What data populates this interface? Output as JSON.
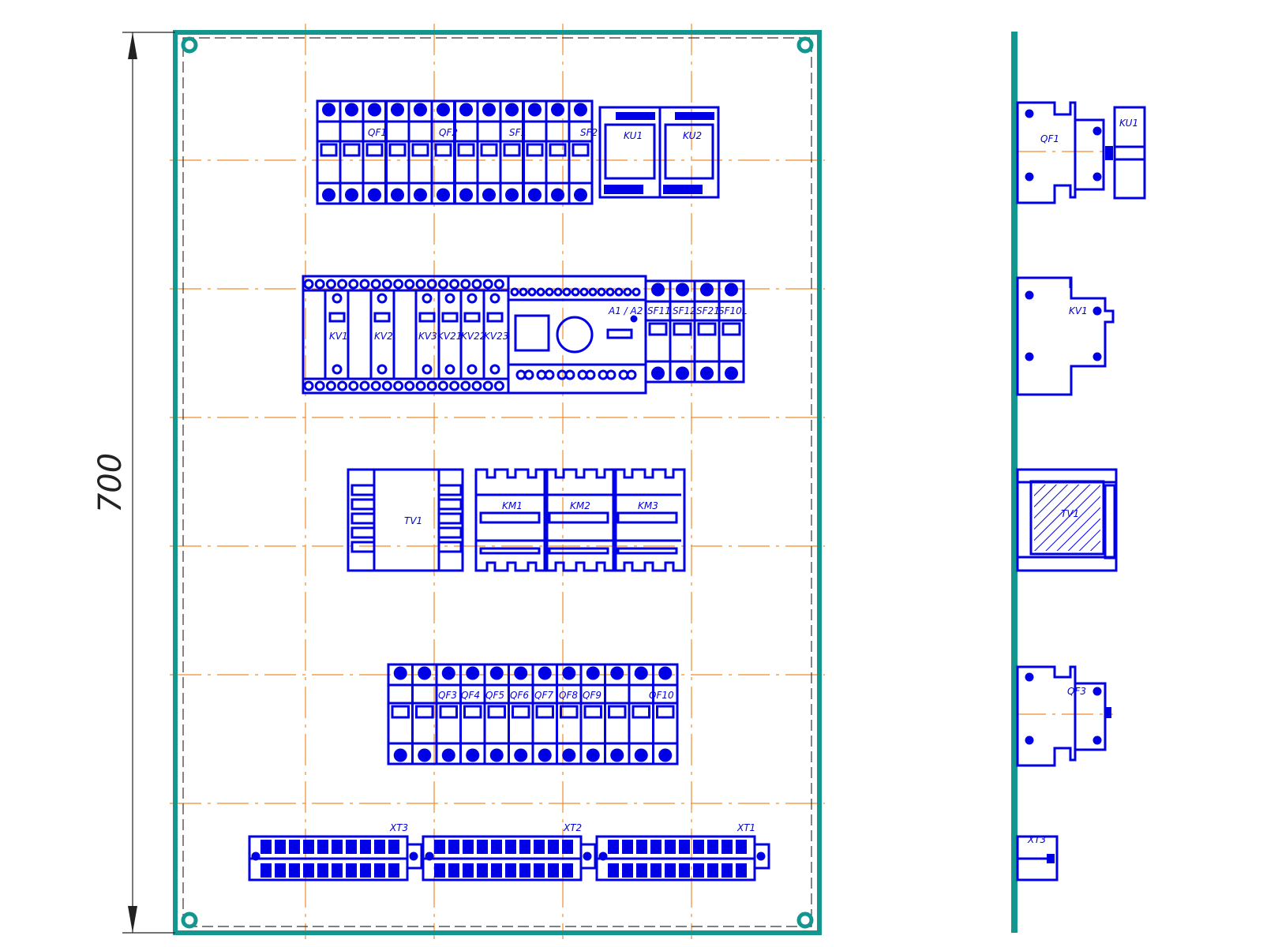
{
  "dimension": {
    "height_label": "700"
  },
  "labels": {
    "qf1": "QF1",
    "qf2": "QF2",
    "sf1": "SF1",
    "sf2": "SF2",
    "ku1": "KU1",
    "ku2": "KU2",
    "kv1": "KV1",
    "kv2": "KV2",
    "kv3": "KV3",
    "kv21": "KV21",
    "kv22": "KV22",
    "kv23": "KV23",
    "a1a2": "A1 / A2",
    "sf11": "SF11",
    "sf12": "SF12",
    "sf21": "SF21",
    "sf10l": "SF10L",
    "tv1": "TV1",
    "km1": "KM1",
    "km2": "KM2",
    "km3": "KM3",
    "qf3": "QF3",
    "qf4": "QF4",
    "qf5": "QF5",
    "qf6": "QF6",
    "qf7": "QF7",
    "qf8": "QF8",
    "qf9": "QF9",
    "qf10": "QF10",
    "xt3": "XT3",
    "xt2": "XT2",
    "xt1": "XT1"
  },
  "side_labels": {
    "qf1": "QF1",
    "ku1": "KU1",
    "kv1": "KV1",
    "tv1": "TV1",
    "qf3": "QF3",
    "xt3": "XT3"
  },
  "colors": {
    "panel": "#12968f",
    "device": "#0000e6",
    "axis": "#f08c28",
    "dimension": "#222222"
  }
}
